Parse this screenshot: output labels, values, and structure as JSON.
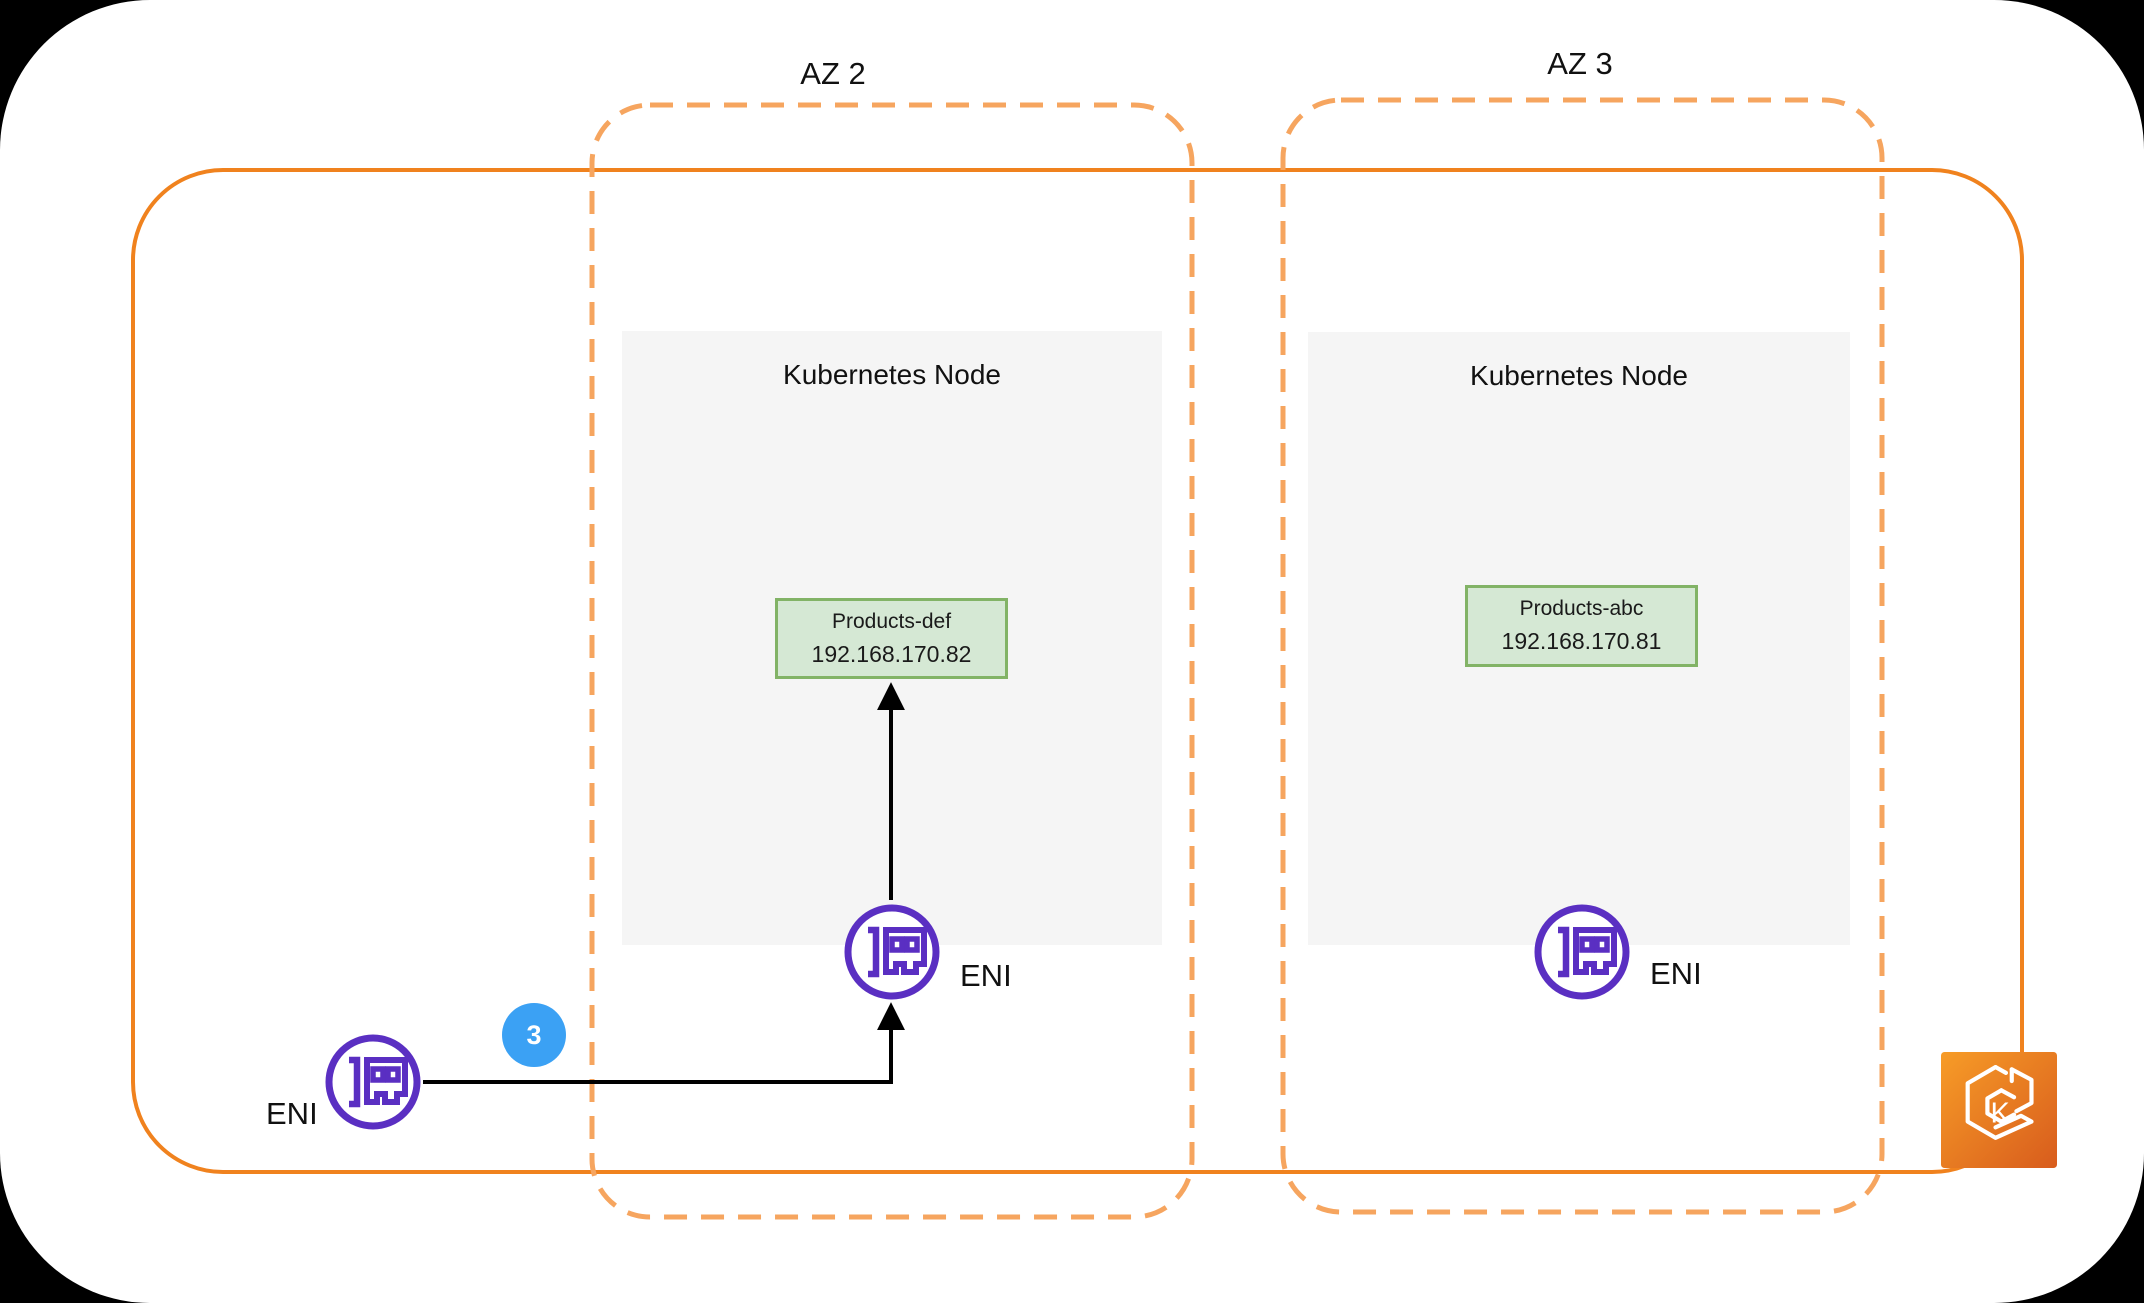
{
  "diagram": {
    "az2": {
      "label": "AZ 2",
      "node_title": "Kubernetes Node",
      "pod": {
        "name": "Products-def",
        "ip": "192.168.170.82"
      },
      "eni_label": "ENI"
    },
    "az3": {
      "label": "AZ 3",
      "node_title": "Kubernetes Node",
      "pod": {
        "name": "Products-abc",
        "ip": "192.168.170.81"
      },
      "eni_label": "ENI"
    },
    "source_eni_label": "ENI",
    "step_badge": "3",
    "eks": {
      "letter": "K"
    }
  },
  "colors": {
    "background": "#000000",
    "card_bg": "#FFFFFF",
    "vpc_border": "#F0821E",
    "az_border": "#F6A55F",
    "node_bg": "#F5F5F5",
    "pod_bg": "#D5E8D4",
    "pod_border": "#82B366",
    "eni_purple": "#5A2FC2",
    "connector": "#000000",
    "badge_bg": "#3BA1F4",
    "badge_text": "#FFFFFF",
    "eks_gradient_start": "#F79C27",
    "eks_gradient_end": "#D85C1D"
  }
}
